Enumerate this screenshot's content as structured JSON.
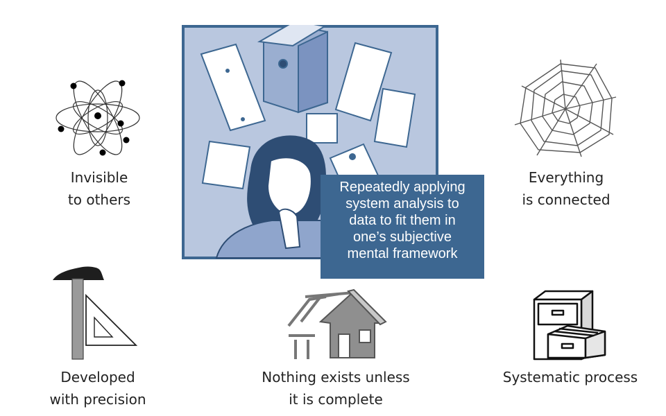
{
  "center": {
    "callout_lines": [
      "Repeatedly applying",
      "system analysis to",
      "data to fit them in",
      "one’s subjective",
      "mental framework"
    ]
  },
  "concepts": {
    "invisible": {
      "line1": "Invisible",
      "line2": "to others",
      "icon": "atom-icon"
    },
    "connected": {
      "line1": "Everything",
      "line2": "is connected",
      "icon": "spider-web-icon"
    },
    "precision": {
      "line1": "Developed",
      "line2": "with precision",
      "icon": "t-square-triangle-icon"
    },
    "complete": {
      "line1": "Nothing exists unless",
      "line2": "it is complete",
      "icon": "house-frame-icon"
    },
    "systematic": {
      "line1": "Systematic process",
      "icon": "filing-cabinet-icon"
    }
  },
  "colors": {
    "panel_bg": "#b9c7df",
    "panel_border": "#3d6791",
    "callout_bg": "#3d6791"
  }
}
